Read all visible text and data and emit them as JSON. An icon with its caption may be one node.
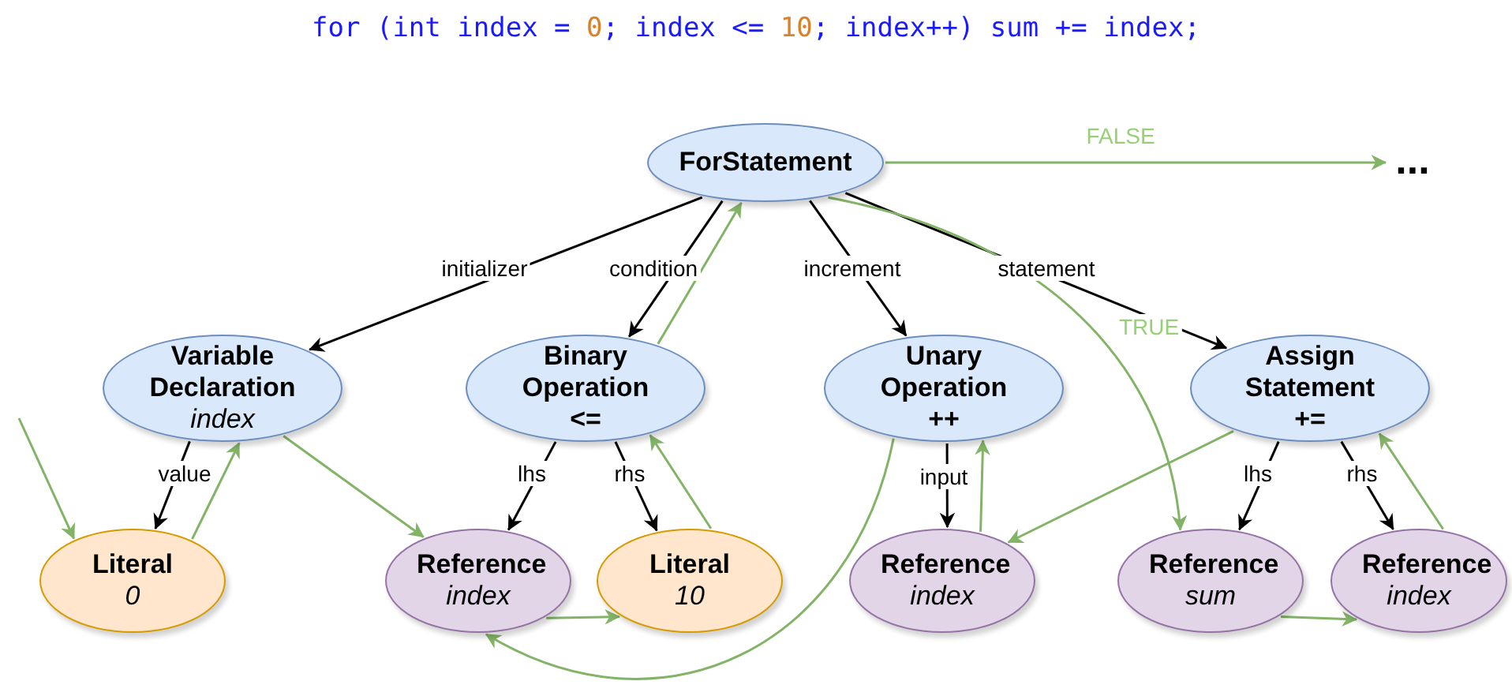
{
  "diagram": {
    "title": "for (int index = 0; index <= 10; index++) sum += index;",
    "nodes": [
      {
        "text": [
          "ForStatement"
        ]
      },
      {
        "text": [
          "Variable Declaration",
          "index"
        ]
      },
      {
        "text": [
          "Binary Operation",
          "<="
        ]
      },
      {
        "text": [
          "Unary Operation",
          "++"
        ]
      },
      {
        "text": [
          "Assign Statement",
          "+="
        ]
      },
      {
        "text": [
          "Literal",
          "0"
        ]
      },
      {
        "text": [
          "Reference",
          "index"
        ]
      },
      {
        "text": [
          "Literal",
          "10"
        ]
      },
      {
        "text": [
          "Reference",
          "index"
        ]
      },
      {
        "text": [
          "Reference",
          "sum"
        ]
      },
      {
        "text": [
          "Reference",
          "index"
        ]
      },
      {
        "text": [
          "..."
        ]
      }
    ],
    "edges": [
      {
        "from": 0,
        "to": 1,
        "arrow": "to",
        "label": "initializer",
        "color": "#000000"
      },
      {
        "from": 0,
        "to": 2,
        "arrow": "to",
        "label": "condition",
        "color": "#000000"
      },
      {
        "from": 0,
        "to": 3,
        "arrow": "to",
        "label": "increment",
        "color": "#000000"
      },
      {
        "from": 0,
        "to": 4,
        "arrow": "to",
        "label": "statement",
        "color": "#000000"
      },
      {
        "from": 1,
        "to": 5,
        "arrow": "to",
        "label": "value",
        "color": "#000000"
      },
      {
        "from": 2,
        "to": 6,
        "arrow": "to",
        "label": "lhs",
        "color": "#000000"
      },
      {
        "from": 2,
        "to": 7,
        "arrow": "to",
        "label": "rhs",
        "color": "#000000"
      },
      {
        "from": 3,
        "to": 8,
        "arrow": "to",
        "label": "input",
        "color": "#000000"
      },
      {
        "from": 4,
        "to": 9,
        "arrow": "to",
        "label": "lhs",
        "color": "#000000"
      },
      {
        "from": 4,
        "to": 10,
        "arrow": "to",
        "label": "rhs",
        "color": "#000000"
      },
      {
        "from": null,
        "to": 5,
        "arrow": "to"
      },
      {
        "from": 5,
        "to": 1,
        "arrow": "to"
      },
      {
        "from": 1,
        "to": 6,
        "arrow": "to"
      },
      {
        "from": 6,
        "to": 7,
        "arrow": "to"
      },
      {
        "from": 7,
        "to": 2,
        "arrow": "to"
      },
      {
        "from": 2,
        "to": 0,
        "arrow": "to"
      },
      {
        "from": 0,
        "to": 11,
        "arrow": "to",
        "label": "FALSE"
      },
      {
        "from": 0,
        "to": 9,
        "arrow": "to",
        "label": "TRUE"
      },
      {
        "from": 9,
        "to": 10,
        "arrow": "to"
      },
      {
        "from": 10,
        "to": 4,
        "arrow": "to"
      },
      {
        "from": 4,
        "to": 8,
        "arrow": "to"
      },
      {
        "from": 8,
        "to": 3,
        "arrow": "to"
      },
      {
        "from": 3,
        "to": 6,
        "arrow": "to"
      }
    ]
  }
}
